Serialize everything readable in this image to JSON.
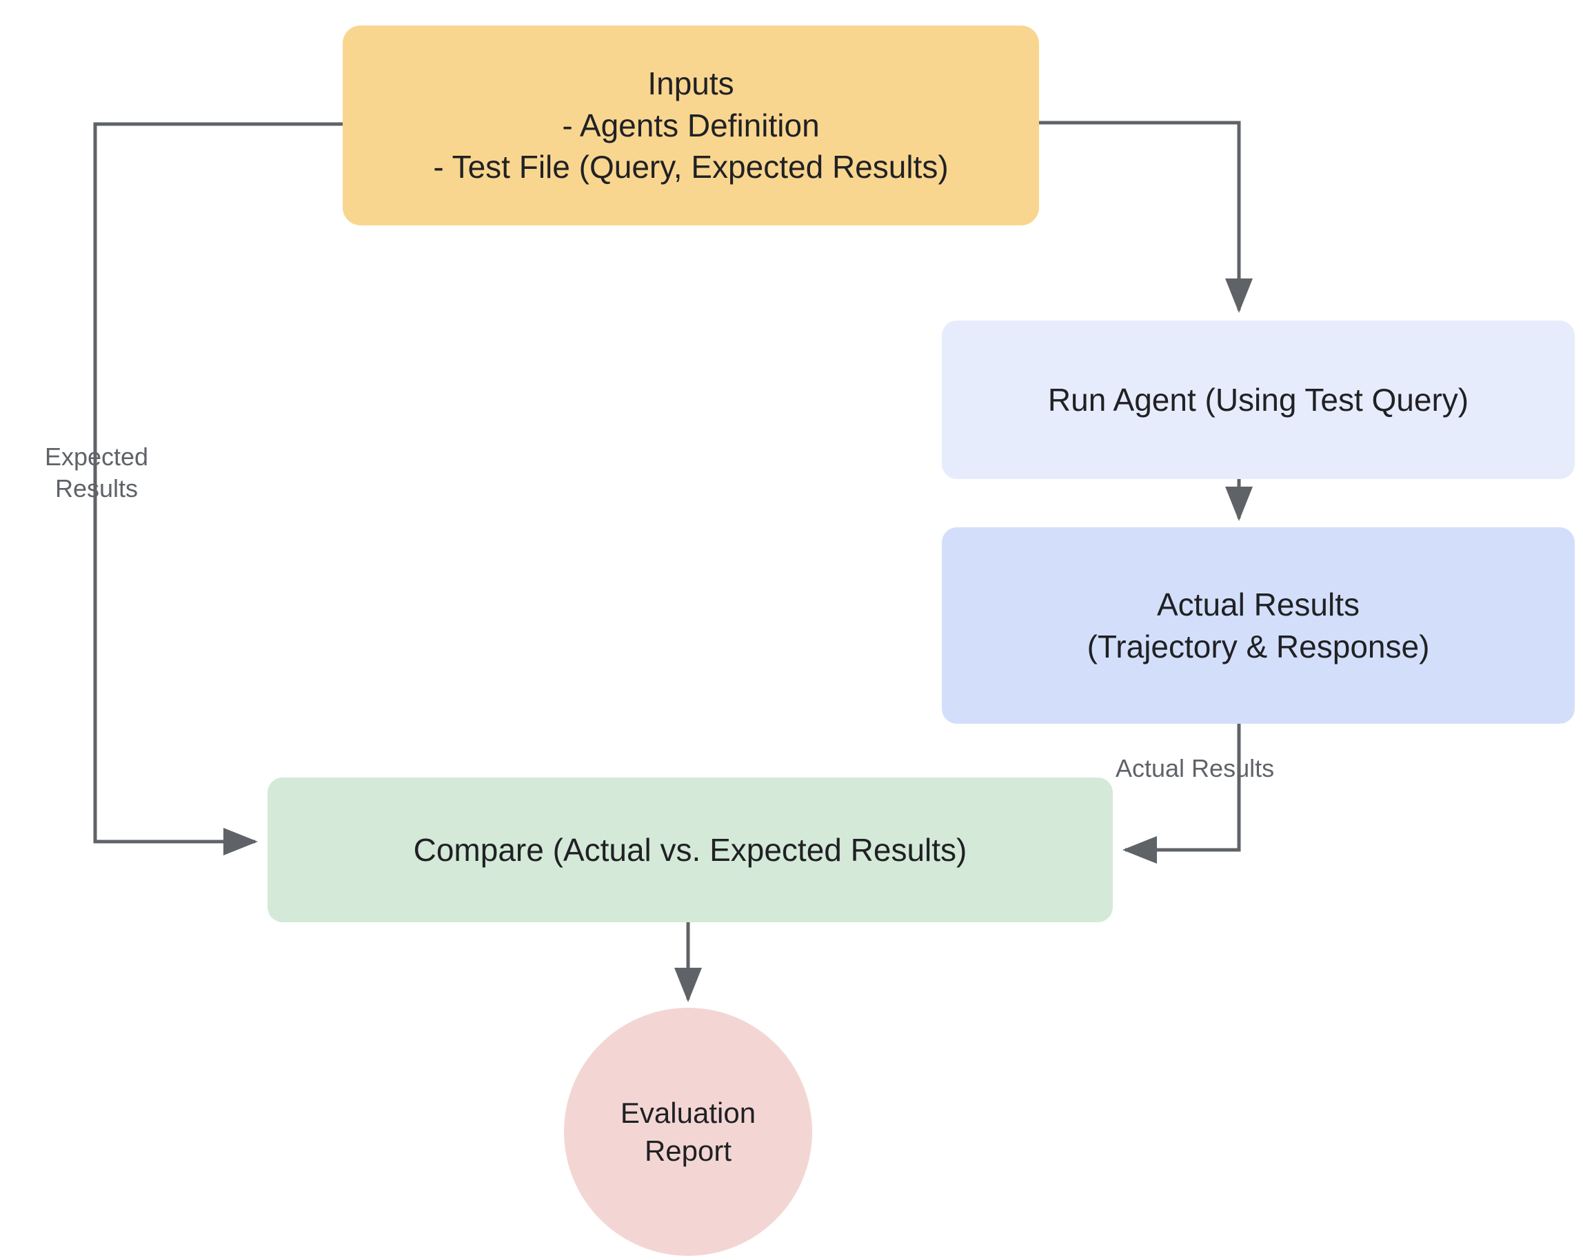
{
  "diagram": {
    "title": "Agent Evaluation Flow",
    "background_color": "#ffffff",
    "edge_color": "#5F6368",
    "nodes": {
      "inputs": {
        "label": "Inputs\n- Agents Definition\n- Test File (Query, Expected Results)",
        "shape": "rounded-rect",
        "fill": "#F9D68F",
        "text_color": "#202124"
      },
      "run_agent": {
        "label": "Run Agent (Using Test Query)",
        "shape": "rounded-rect",
        "fill": "#E6ECFB",
        "text_color": "#202124"
      },
      "actual_results": {
        "label": "Actual Results\n(Trajectory & Response)",
        "shape": "rounded-rect",
        "fill": "#D3DFFA",
        "text_color": "#202124"
      },
      "compare": {
        "label": "Compare (Actual vs. Expected Results)",
        "shape": "rounded-rect",
        "fill": "#D4E9D8",
        "text_color": "#202124"
      },
      "evaluation_report": {
        "label": "Evaluation\nReport",
        "shape": "circle",
        "fill": "#F3D6D4",
        "text_color": "#202124"
      }
    },
    "edge_labels": {
      "expected_results": "Expected\nResults",
      "actual_results": "Actual Results"
    }
  }
}
